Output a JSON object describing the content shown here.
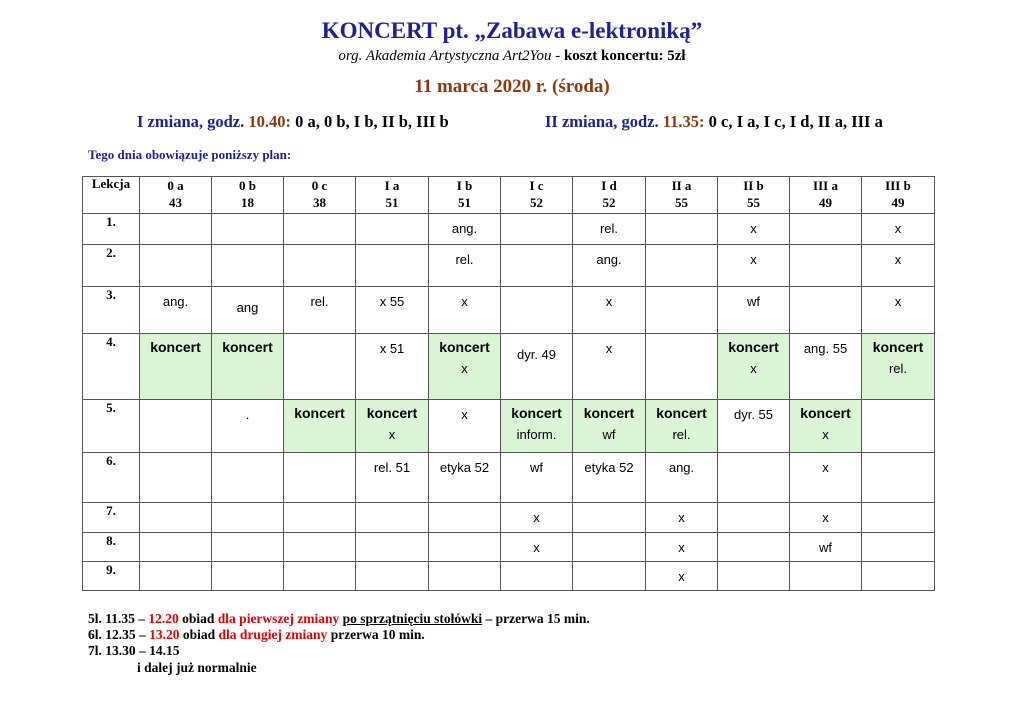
{
  "header": {
    "title": "KONCERT pt. „Zabawa e-lektroniką”",
    "org": "org. Akademia Artystyczna Art2You - ",
    "cost": "koszt koncertu:  5zł",
    "date": "11 marca 2020 r.  (środa)"
  },
  "shifts": [
    {
      "label": "I zmiana, godz. ",
      "time": "10.40:",
      "classes": "  0 a, 0 b, I b, II b, III b"
    },
    {
      "label": "II zmiana, godz. ",
      "time": "11.35:",
      "classes": "  0 c,  I a, I c, I d, II a, III a"
    }
  ],
  "plan_note": "Tego dnia obowiązuje poniższy plan:",
  "table": {
    "corner": "Lekcja",
    "columns": [
      {
        "name": "0 a",
        "count": "43"
      },
      {
        "name": "0 b",
        "count": "18"
      },
      {
        "name": "0 c",
        "count": "38"
      },
      {
        "name": "I a",
        "count": "51"
      },
      {
        "name": "I b",
        "count": "51"
      },
      {
        "name": "I c",
        "count": "52"
      },
      {
        "name": "I d",
        "count": "52"
      },
      {
        "name": "II a",
        "count": "55"
      },
      {
        "name": "II b",
        "count": "55"
      },
      {
        "name": "III a",
        "count": "49"
      },
      {
        "name": "III b",
        "count": "49"
      }
    ],
    "rows": [
      {
        "label": "1.",
        "cells": [
          {},
          {},
          {},
          {},
          {
            "t": [
              "ang."
            ]
          },
          {},
          {
            "t": [
              "rel."
            ]
          },
          {},
          {
            "t": [
              "x"
            ]
          },
          {},
          {
            "t": [
              "x"
            ]
          }
        ]
      },
      {
        "label": "2.",
        "cells": [
          {},
          {},
          {},
          {},
          {
            "t": [
              "rel."
            ]
          },
          {},
          {
            "t": [
              "ang."
            ]
          },
          {},
          {
            "t": [
              "x"
            ]
          },
          {},
          {
            "t": [
              "x"
            ]
          }
        ]
      },
      {
        "label": "3.",
        "cells": [
          {
            "t": [
              "ang."
            ]
          },
          {
            "t": [
              "",
              "ang"
            ]
          },
          {
            "t": [
              "rel."
            ]
          },
          {
            "t": [
              "x 55"
            ]
          },
          {
            "t": [
              "x"
            ]
          },
          {},
          {
            "t": [
              "x"
            ]
          },
          {},
          {
            "t": [
              "wf"
            ]
          },
          {},
          {
            "t": [
              "x"
            ]
          }
        ]
      },
      {
        "label": "4.",
        "cells": [
          {
            "t": [
              "koncert"
            ],
            "b": 1,
            "g": 1
          },
          {
            "t": [
              "koncert"
            ],
            "b": 1,
            "g": 1
          },
          {},
          {
            "t": [
              "x 51"
            ]
          },
          {
            "t": [
              "koncert",
              "x"
            ],
            "b": 1,
            "g": 1
          },
          {
            "t": [
              "",
              "dyr. 49"
            ]
          },
          {
            "t": [
              "x"
            ]
          },
          {},
          {
            "t": [
              "koncert",
              "x"
            ],
            "b": 1,
            "g": 1
          },
          {
            "t": [
              "ang. 55"
            ]
          },
          {
            "t": [
              "koncert",
              "rel."
            ],
            "b": 1,
            "g": 1
          }
        ]
      },
      {
        "label": "5.",
        "cells": [
          {},
          {
            "t": [
              "."
            ]
          },
          {
            "t": [
              "koncert"
            ],
            "b": 1,
            "g": 1
          },
          {
            "t": [
              "koncert",
              "x"
            ],
            "b": 1,
            "g": 1
          },
          {
            "t": [
              "x"
            ]
          },
          {
            "t": [
              "koncert",
              "inform."
            ],
            "b": 1,
            "g": 1
          },
          {
            "t": [
              "koncert",
              "wf"
            ],
            "b": 1,
            "g": 1
          },
          {
            "t": [
              "koncert",
              "rel."
            ],
            "b": 1,
            "g": 1
          },
          {
            "t": [
              "dyr. 55"
            ]
          },
          {
            "t": [
              "koncert",
              "x"
            ],
            "b": 1,
            "g": 1
          },
          {}
        ]
      },
      {
        "label": "6.",
        "cells": [
          {},
          {},
          {},
          {
            "t": [
              "rel. 51"
            ]
          },
          {
            "t": [
              "etyka 52"
            ]
          },
          {
            "t": [
              "wf"
            ]
          },
          {
            "t": [
              "etyka 52"
            ]
          },
          {
            "t": [
              "ang."
            ]
          },
          {},
          {
            "t": [
              "x"
            ]
          },
          {}
        ]
      },
      {
        "label": "7.",
        "cells": [
          {},
          {},
          {},
          {},
          {},
          {
            "t": [
              "x"
            ]
          },
          {},
          {
            "t": [
              "x"
            ]
          },
          {},
          {
            "t": [
              "x"
            ]
          },
          {}
        ]
      },
      {
        "label": "8.",
        "cells": [
          {},
          {},
          {},
          {},
          {},
          {
            "t": [
              "x"
            ]
          },
          {},
          {
            "t": [
              "x"
            ]
          },
          {},
          {
            "t": [
              "wf"
            ]
          },
          {}
        ]
      },
      {
        "label": "9.",
        "cells": [
          {},
          {},
          {},
          {},
          {},
          {},
          {},
          {
            "t": [
              "x"
            ]
          },
          {},
          {},
          {}
        ]
      }
    ]
  },
  "footer": {
    "line1": {
      "a": "5l. 11.35 – ",
      "b": "12.20",
      "c": "   obiad ",
      "d": "dla  pierwszej zmiany",
      "e": " ",
      "f": "po sprzątnięciu stołówki",
      "g": " – przerwa 15 min."
    },
    "line2": {
      "a": "6l. 12.35 – ",
      "b": "13.20",
      "c": "   obiad ",
      "d": "dla drugiej zmiany",
      "e": " przerwa 10 min."
    },
    "line3": "7l. 13.30 – 14.15",
    "line4": "i dalej już normalnie"
  }
}
